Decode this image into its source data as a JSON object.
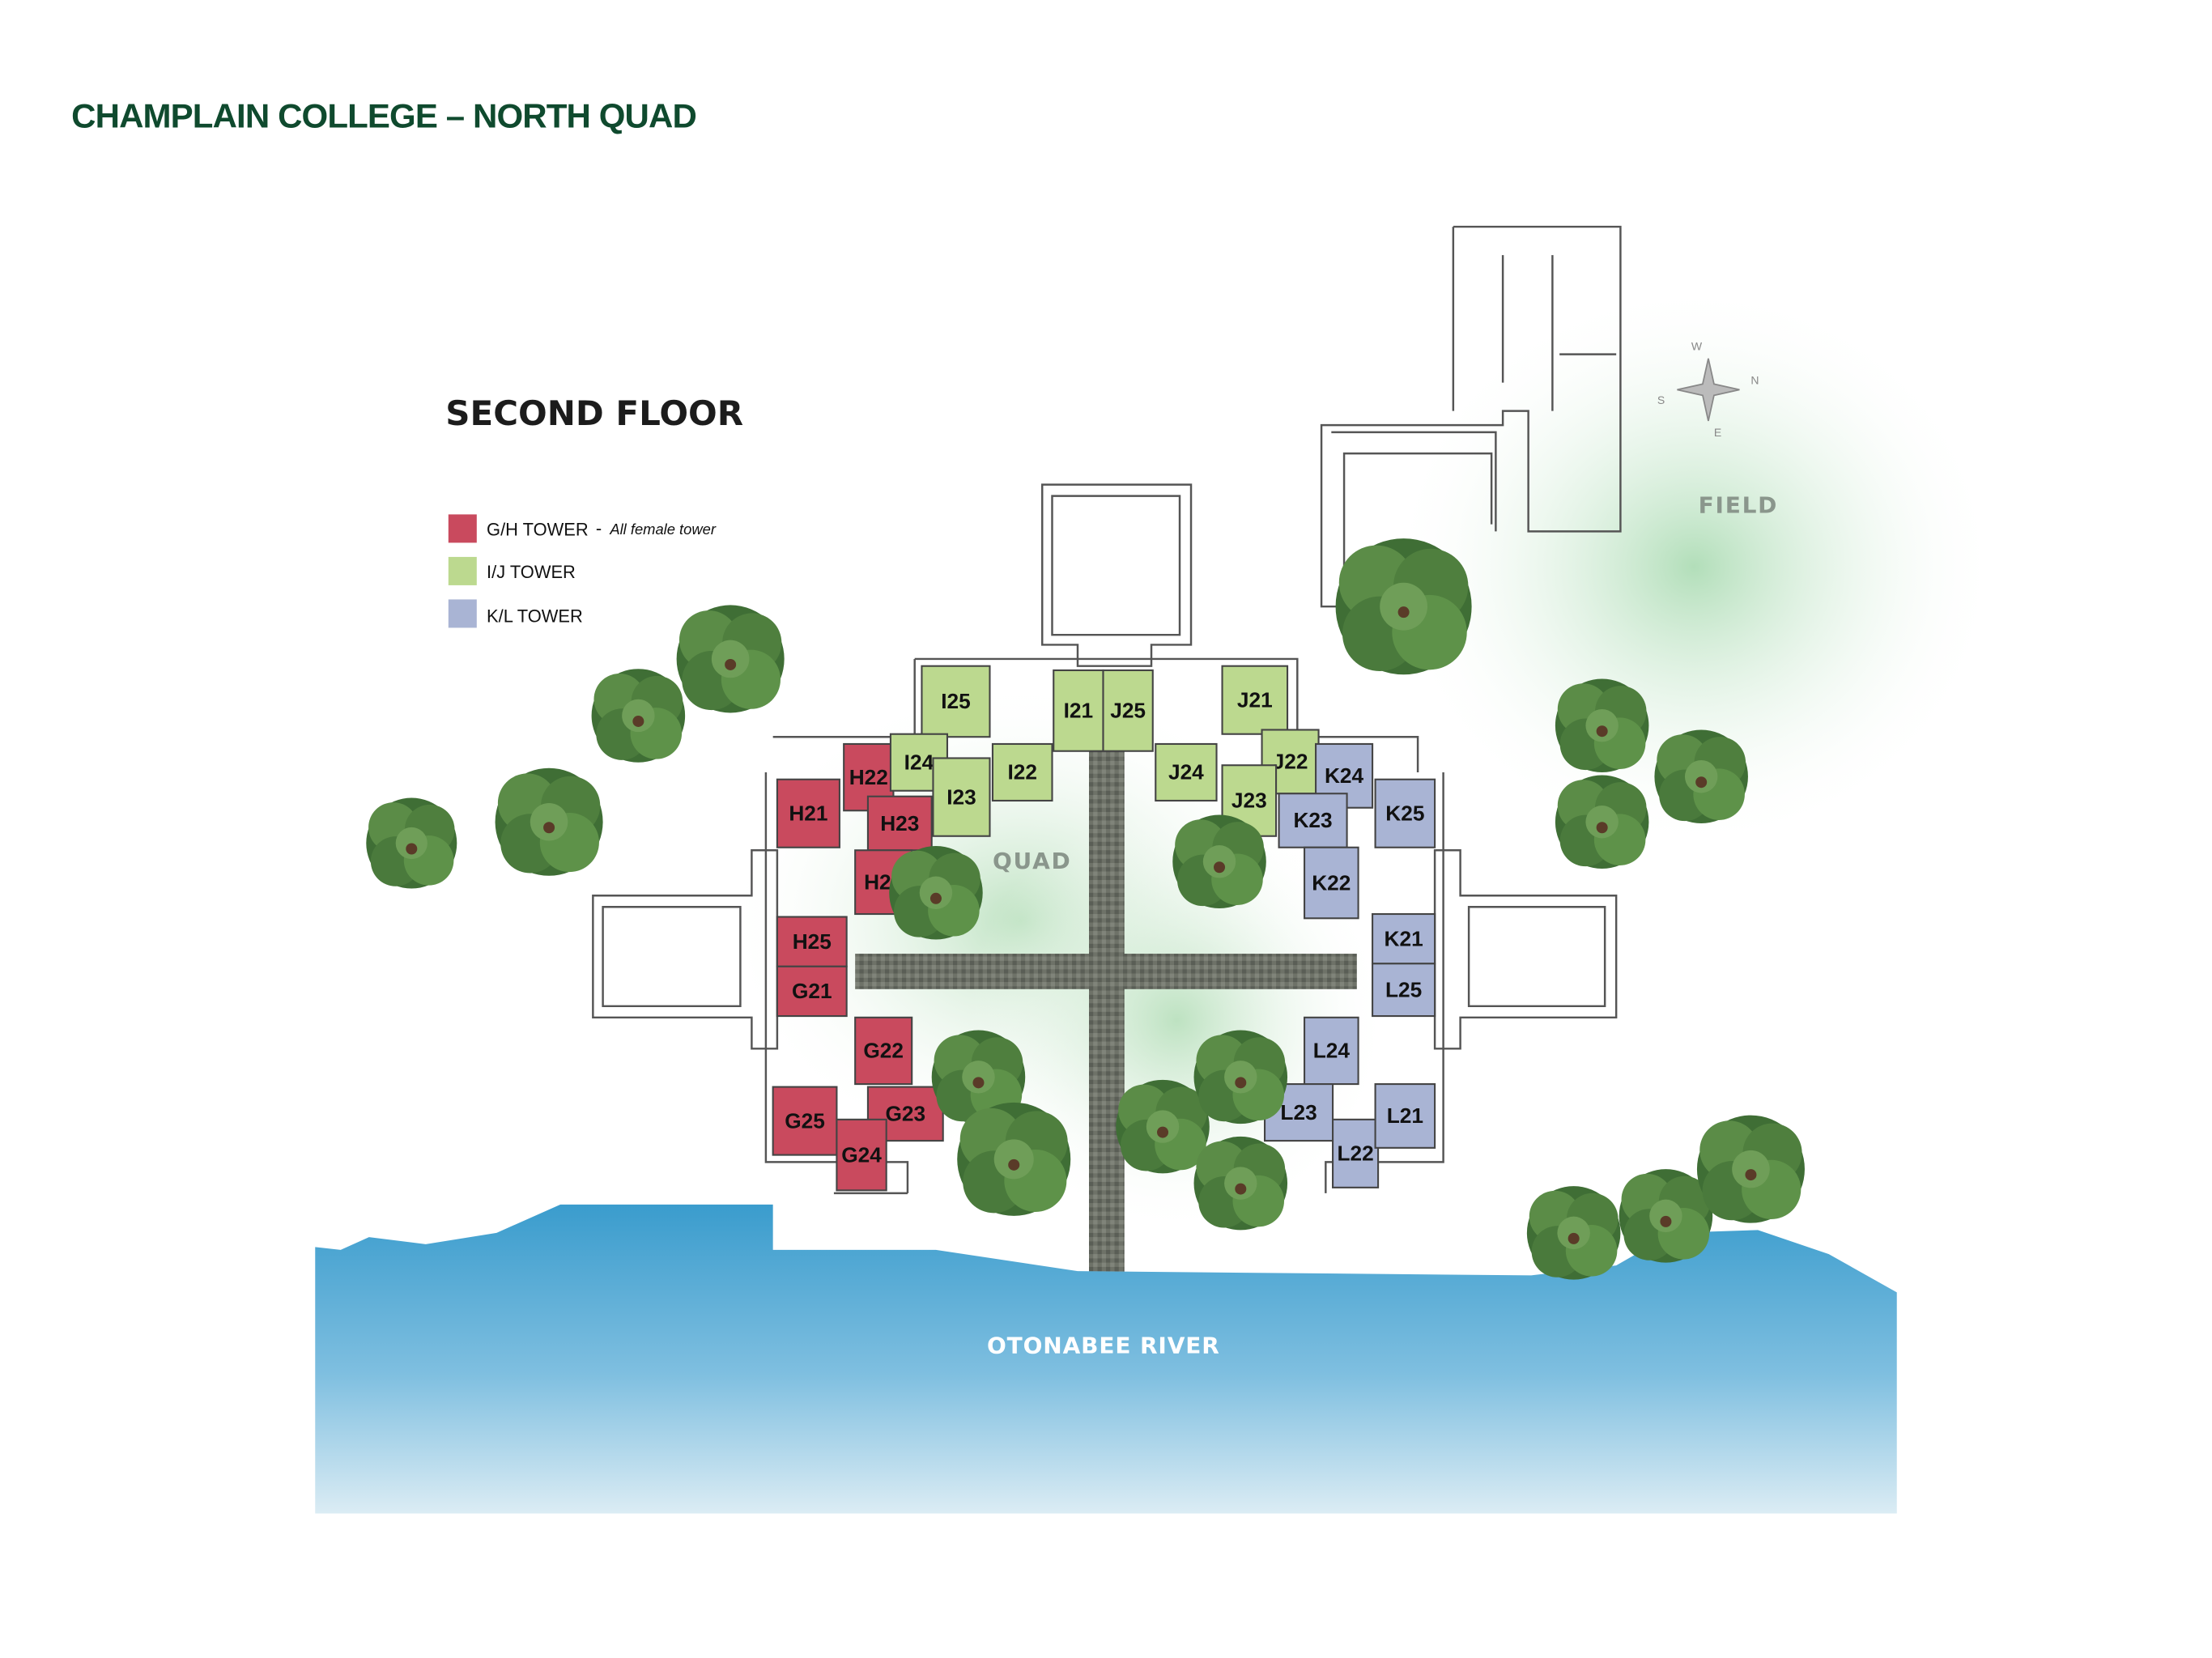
{
  "header": {
    "title": "CHAMPLAIN COLLEGE – NORTH QUAD"
  },
  "floor_title": "SECOND FLOOR",
  "legend": [
    {
      "label": "G/H TOWER",
      "note": "All female tower",
      "color": "#c94a5e"
    },
    {
      "label": "I/J TOWER",
      "color": "#bcd98f"
    },
    {
      "label": "K/L TOWER",
      "color": "#a9b4d4"
    }
  ],
  "areas": {
    "quad": "QUAD",
    "field": "FIELD",
    "river": "OTONABEE RIVER"
  },
  "compass": [
    "N",
    "S",
    "E",
    "W"
  ],
  "rooms": {
    "gh": [
      "H21",
      "H22",
      "H23",
      "H24",
      "H25",
      "G21",
      "G22",
      "G23",
      "G25",
      "G24"
    ],
    "ij": [
      "I25",
      "I21",
      "J25",
      "J21",
      "I24",
      "I22",
      "I23",
      "J24",
      "J22",
      "J23"
    ],
    "kl": [
      "K24",
      "K23",
      "K25",
      "K22",
      "K21",
      "L25",
      "L24",
      "L23",
      "L22",
      "L21"
    ]
  }
}
